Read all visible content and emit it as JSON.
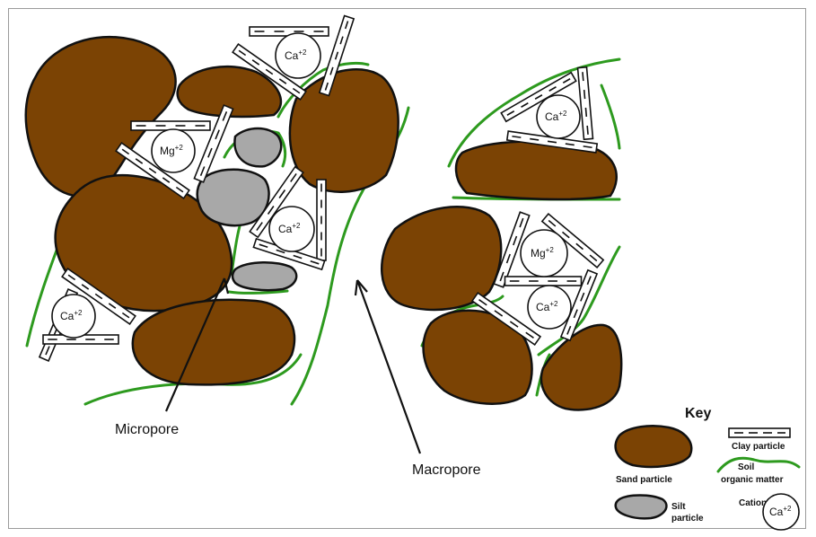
{
  "labels": {
    "micropore": "Micropore",
    "macropore": "Macropore"
  },
  "key": {
    "title": "Key",
    "clay": "Clay particle",
    "sand": "Sand particle",
    "soil_line1": "Soil",
    "soil_line2": "organic matter",
    "silt_line1": "Silt",
    "silt_line2": "particle",
    "cation": "Cation",
    "cation_symbol": "Ca",
    "cation_charge": "+2"
  },
  "cations": [
    {
      "symbol": "Ca",
      "charge": "+2"
    },
    {
      "symbol": "Mg",
      "charge": "+2"
    },
    {
      "symbol": "Ca",
      "charge": "+2"
    },
    {
      "symbol": "Ca",
      "charge": "+2"
    },
    {
      "symbol": "Ca",
      "charge": "+2"
    },
    {
      "symbol": "Mg",
      "charge": "+2"
    },
    {
      "symbol": "Ca",
      "charge": "+2"
    }
  ],
  "colors": {
    "sand": "#7b4304",
    "silt": "#a8a8a8",
    "organic_matter": "#2d9a1e"
  }
}
